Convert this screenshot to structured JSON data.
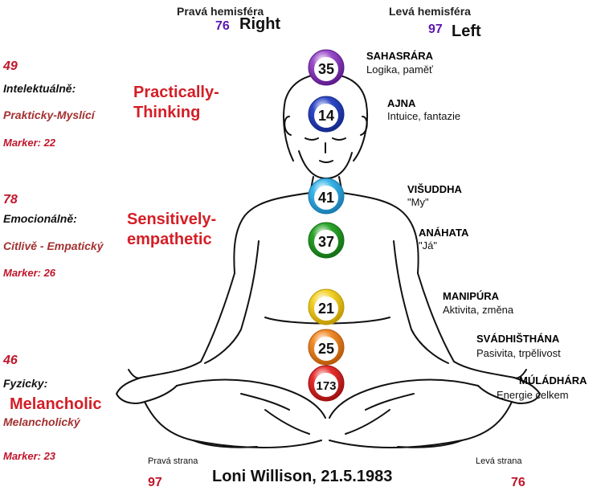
{
  "hemispheres": {
    "right": {
      "label": "Pravá hemisféra",
      "number": "76",
      "title": "Right"
    },
    "left": {
      "label": "Levá hemisféra",
      "number": "97",
      "title": "Left"
    }
  },
  "sections": [
    {
      "number": "49",
      "heading": "Intelektuálně:",
      "subtitle": "Prakticky-Myslící",
      "marker": "Marker: 22",
      "english": "Practically-\nThinking"
    },
    {
      "number": "78",
      "heading": "Emocionálně:",
      "subtitle": "Citlivě - Empatický",
      "marker": "Marker: 26",
      "english": "Sensitively-\nempathetic"
    },
    {
      "number": "46",
      "heading": "Fyzicky:",
      "subtitle": "Melancholický",
      "marker": "Marker: 23",
      "english": "Melancholic"
    }
  ],
  "chakras": [
    {
      "value": "35",
      "name": "SAHASRÁRA",
      "desc": "Logika, paměť",
      "color": "#9a4ec8",
      "dark": "#5e1a8c"
    },
    {
      "value": "14",
      "name": "AJNA",
      "desc": "Intuice, fantazie",
      "color": "#2f48c4",
      "dark": "#152a8c"
    },
    {
      "value": "41",
      "name": "VIŠUDDHA",
      "desc": "\"My\"",
      "color": "#3ab4e8",
      "dark": "#1a7cb0"
    },
    {
      "value": "37",
      "name": "ANÁHATA",
      "desc": "\"Já\"",
      "color": "#2aa42a",
      "dark": "#157015"
    },
    {
      "value": "21",
      "name": "MANIPÚRA",
      "desc": "Aktivita, změna",
      "color": "#f2d12a",
      "dark": "#c09a00"
    },
    {
      "value": "25",
      "name": "SVÁDHIŠTHÁNA",
      "desc": "Pasivita, trpělivost",
      "color": "#f08a2a",
      "dark": "#b85a08"
    },
    {
      "value": "173",
      "name": "MÚLÁDHÁRA",
      "desc": "Energie celkem",
      "color": "#e43030",
      "dark": "#a01010"
    }
  ],
  "bottom": {
    "right_label": "Pravá strana",
    "right_number": "97",
    "left_label": "Levá strana",
    "left_number": "76",
    "title": "Loni Willison, 21.5.1983"
  }
}
